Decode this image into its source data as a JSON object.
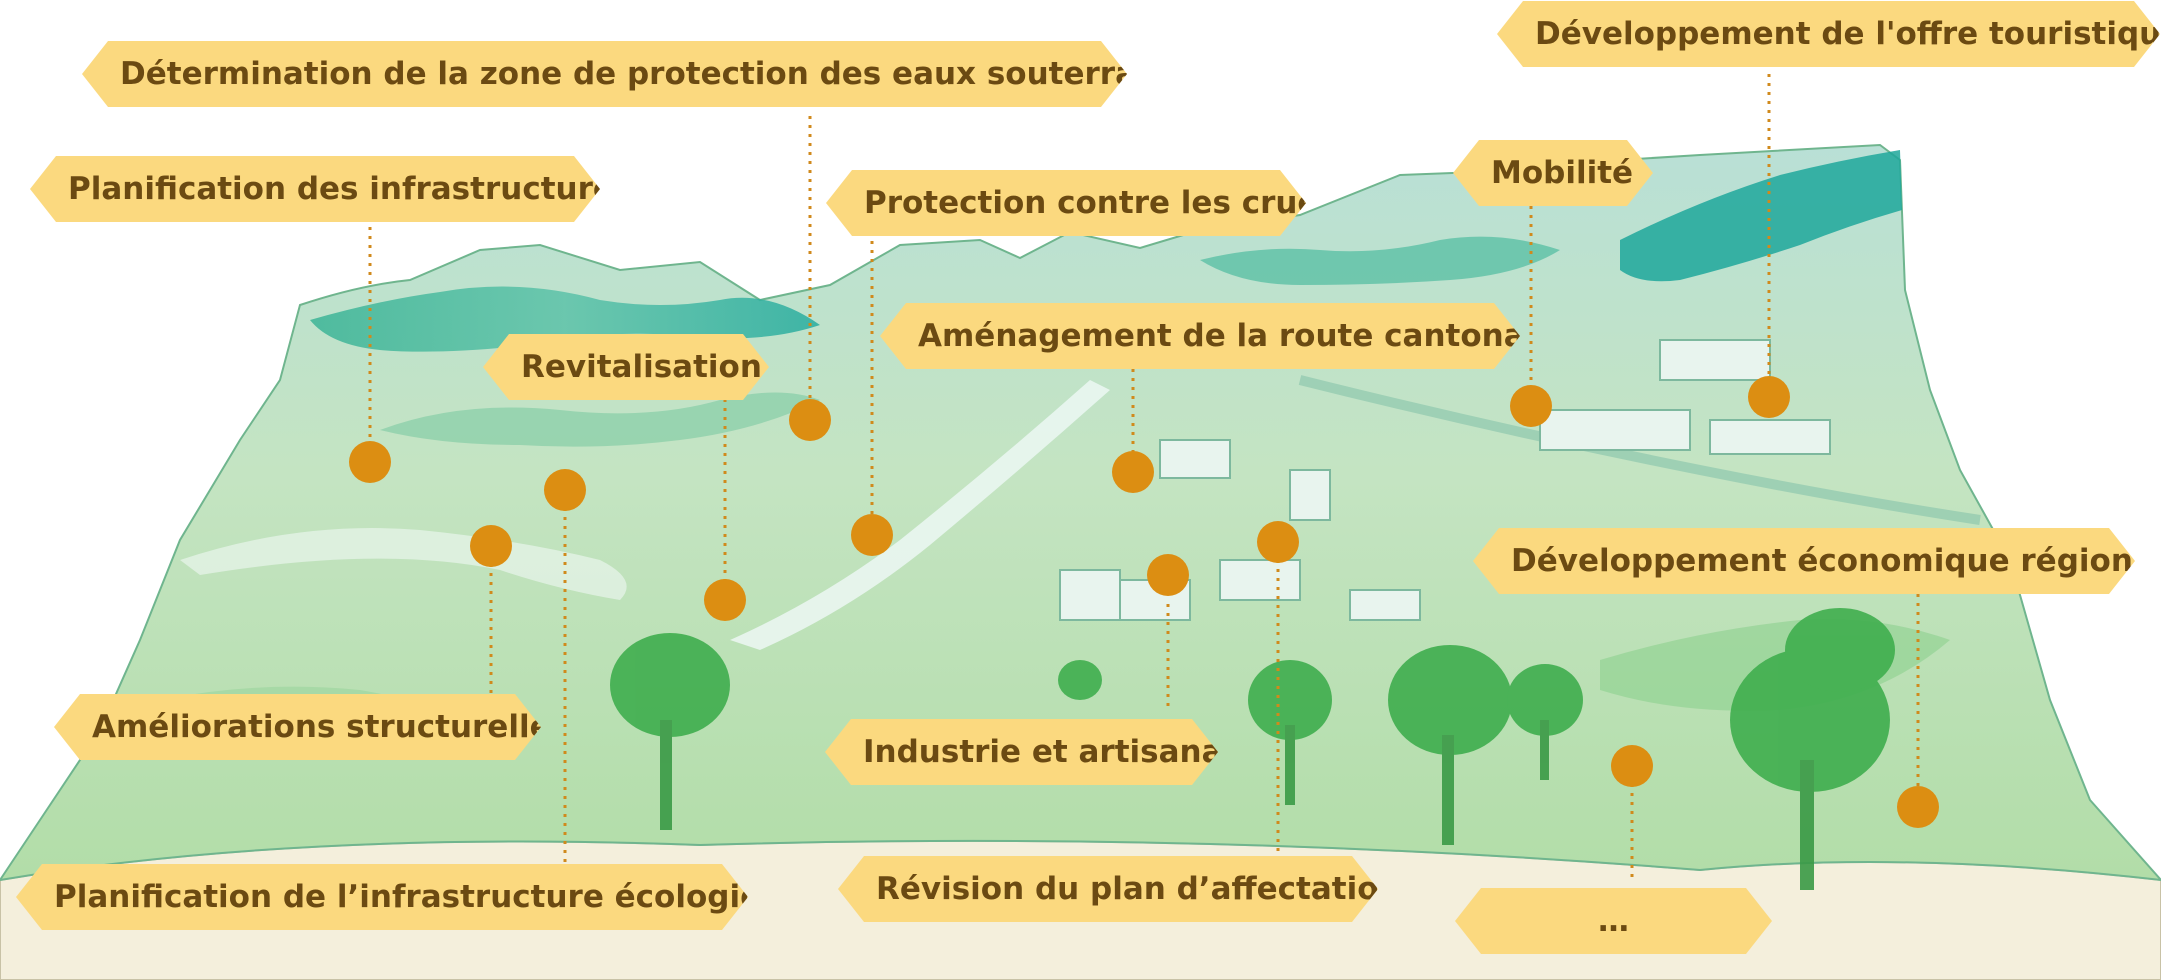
{
  "labels": {
    "zone_protection_eaux": "Détermination de la zone de protection des eaux souterraines",
    "offre_touristique": "Développement de l'offre touristique",
    "planification_infrastructures": "Planification des infrastructures",
    "protection_crues": "Protection contre les crues",
    "mobilite": "Mobilité",
    "revitalisation": "Revitalisation",
    "route_cantonale": "Aménagement de la route cantonale",
    "developpement_economique": "Développement économique régional",
    "ameliorations_structurelles": "Améliorations structurelles",
    "industrie_artisanat": "Industrie et artisanat",
    "infrastructure_ecologique": "Planification de l’infrastructure écologique",
    "revision_plan": "Révision du plan d’affectation",
    "autres": "…"
  },
  "colors": {
    "label_fill": "#fbd97f",
    "label_text": "#6b4a12",
    "marker": "#dc8e12",
    "leader": "#d08a1c",
    "landscape_light": "#c6e4c0",
    "landscape_dark": "#2aa88e",
    "ground": "#f4efdc"
  }
}
